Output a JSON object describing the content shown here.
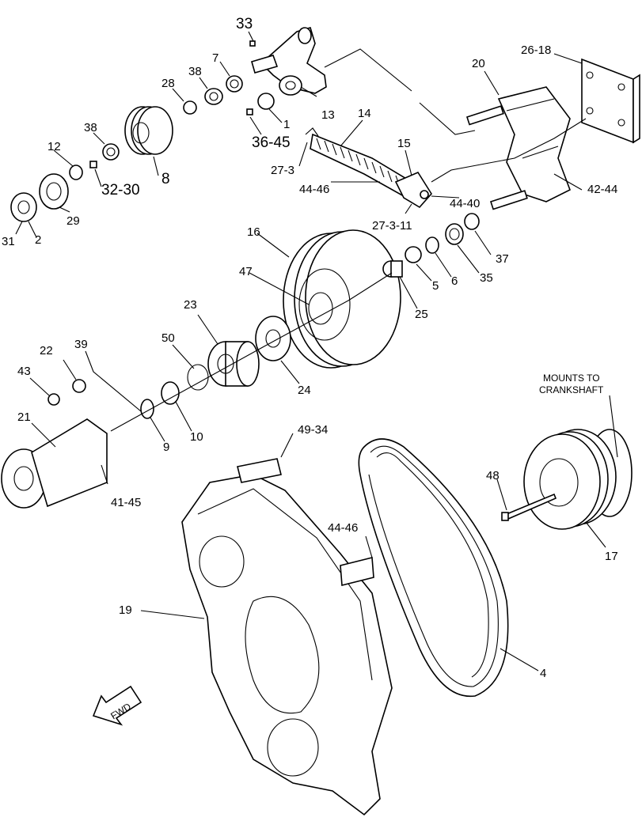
{
  "callouts": {
    "c33": "33",
    "c26_18": "26-18",
    "c20": "20",
    "c7": "7",
    "c38a": "38",
    "c28": "28",
    "c13": "13",
    "c1": "1",
    "c36_45": "36-45",
    "c14": "14",
    "c15": "15",
    "c38b": "38",
    "c12": "12",
    "c32_30": "32-30",
    "c8": "8",
    "c27_3": "27-3",
    "c44_46a": "44-46",
    "c44_40": "44-40",
    "c27_3_11": "27-3-11",
    "c42_44": "42-44",
    "c29": "29",
    "c31": "31",
    "c2": "2",
    "c16": "16",
    "c37": "37",
    "c35": "35",
    "c6": "6",
    "c5": "5",
    "c25": "25",
    "c47": "47",
    "c23": "23",
    "c50": "50",
    "c22": "22",
    "c39": "39",
    "c43": "43",
    "c24": "24",
    "c10": "10",
    "c9": "9",
    "c21": "21",
    "c41_45": "41-45",
    "c49_34": "49-34",
    "c44_46b": "44-46",
    "c48": "48",
    "c17": "17",
    "c19": "19",
    "c4": "4"
  },
  "notes": {
    "mounts_line1": "MOUNTS TO",
    "mounts_line2": "CRANKSHAFT",
    "fwd": "FWD"
  }
}
